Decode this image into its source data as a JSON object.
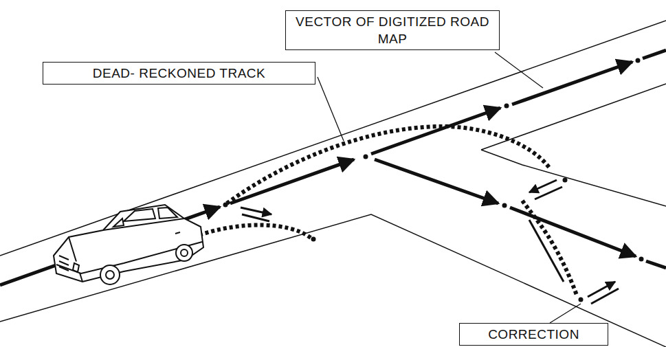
{
  "diagram": {
    "nodes": [
      {
        "text": [
          "VECTOR OF DIGITIZED ROAD MAP"
        ]
      },
      {
        "text": [
          "DEAD- RECKONED TRACK"
        ]
      },
      {
        "text": [
          "CORRECTION"
        ]
      }
    ]
  }
}
